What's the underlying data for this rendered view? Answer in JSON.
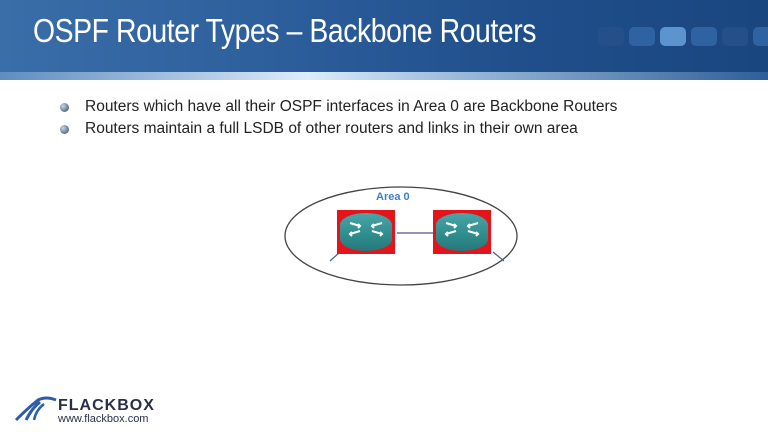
{
  "slide": {
    "title": "OSPF Router Types – Backbone Routers",
    "bullets": [
      "Routers which have all their OSPF interfaces in Area 0 are Backbone Routers",
      "Routers maintain a full LSDB of other routers and links in their own area"
    ],
    "progress_squares": 6,
    "active_square": 3
  },
  "diagram": {
    "area_label": "Area 0",
    "routers": [
      {
        "name": "router-1",
        "icon": "router-icon"
      },
      {
        "name": "router-2",
        "icon": "router-icon"
      }
    ],
    "colors": {
      "area_label": "#3c7fc4",
      "router_highlight": "#e2141c",
      "router_body": "#2f8c8c"
    }
  },
  "footer": {
    "brand": "FLACKBOX",
    "url": "www.flackbox.com"
  },
  "colors": {
    "header": "#1f4e8a",
    "title": "#ffffff"
  }
}
